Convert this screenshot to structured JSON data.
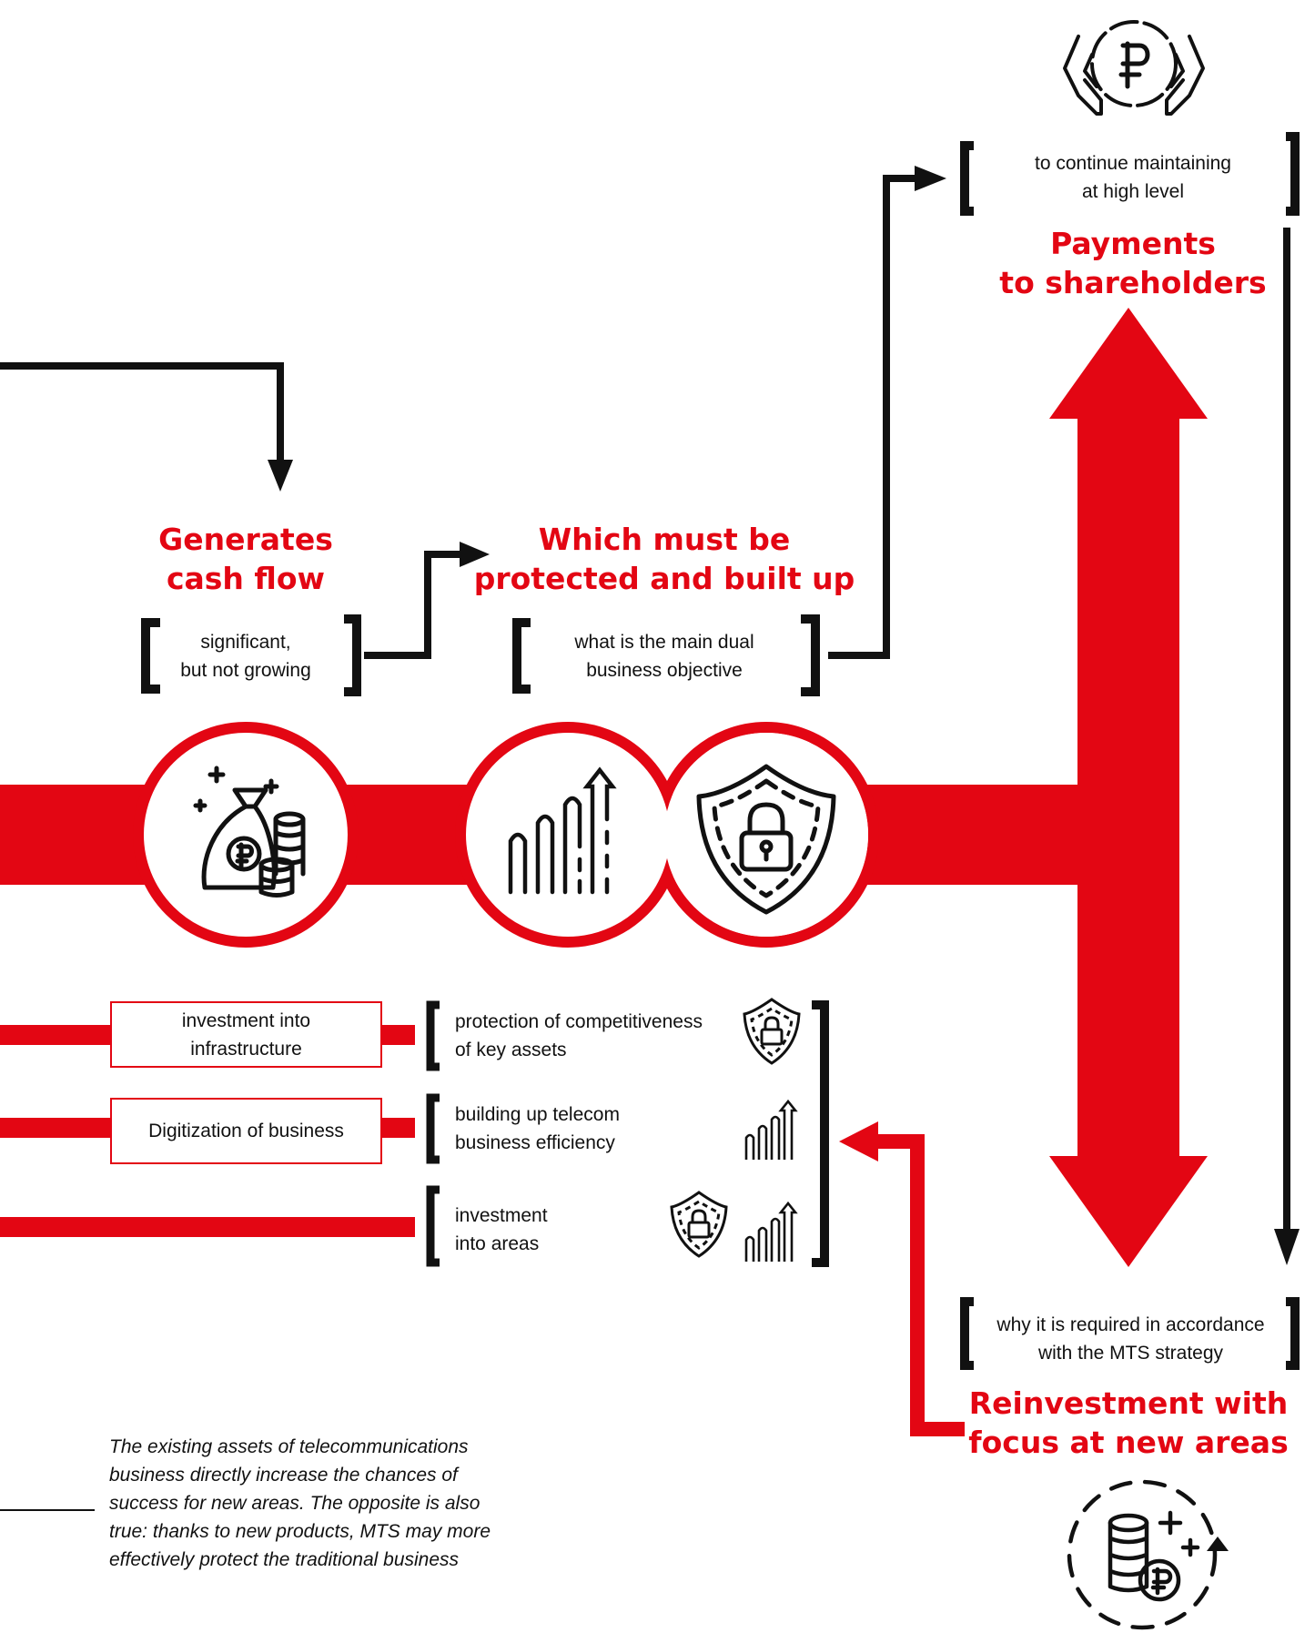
{
  "colors": {
    "accent": "#e30613",
    "ink": "#111111",
    "background": "#ffffff"
  },
  "payments": {
    "note": [
      "to continue maintaining",
      "at high level"
    ],
    "heading": [
      "Payments",
      "to shareholders"
    ]
  },
  "cash_flow": {
    "heading": [
      "Generates",
      "cash flow"
    ],
    "note": [
      "significant,",
      "but not growing"
    ]
  },
  "protection": {
    "heading": [
      "Which must be",
      "protected and built up"
    ],
    "note": [
      "what is the main dual",
      "business objective"
    ]
  },
  "reinvestment": {
    "note": [
      "why it is required in accordance",
      "with the MTS strategy"
    ],
    "heading": [
      "Reinvestment with",
      "focus at new areas"
    ]
  },
  "lanes": [
    {
      "box": [
        "investment into",
        "infrastructure"
      ],
      "text": [
        "protection of competitiveness",
        "of key assets"
      ],
      "icons": [
        "shield-lock-icon"
      ]
    },
    {
      "box": [
        "Digitization of business"
      ],
      "text": [
        "building up telecom",
        "business efficiency"
      ],
      "icons": [
        "growth-bars-icon"
      ]
    },
    {
      "box": [],
      "text": [
        "investment",
        "into areas"
      ],
      "icons": [
        "shield-lock-icon",
        "growth-bars-icon"
      ]
    }
  ],
  "quote": "The existing assets of telecommunications business directly increase the chances of success for new areas. The opposite is also true: thanks to new products, MTS may more effectively protect the traditional business",
  "icons": {
    "payments": "hands-ruble-coin-icon",
    "cash": "money-bag-coins-icon",
    "growth": "growth-bars-icon",
    "shield": "shield-lock-icon",
    "reinvest": "coins-plus-icon"
  }
}
